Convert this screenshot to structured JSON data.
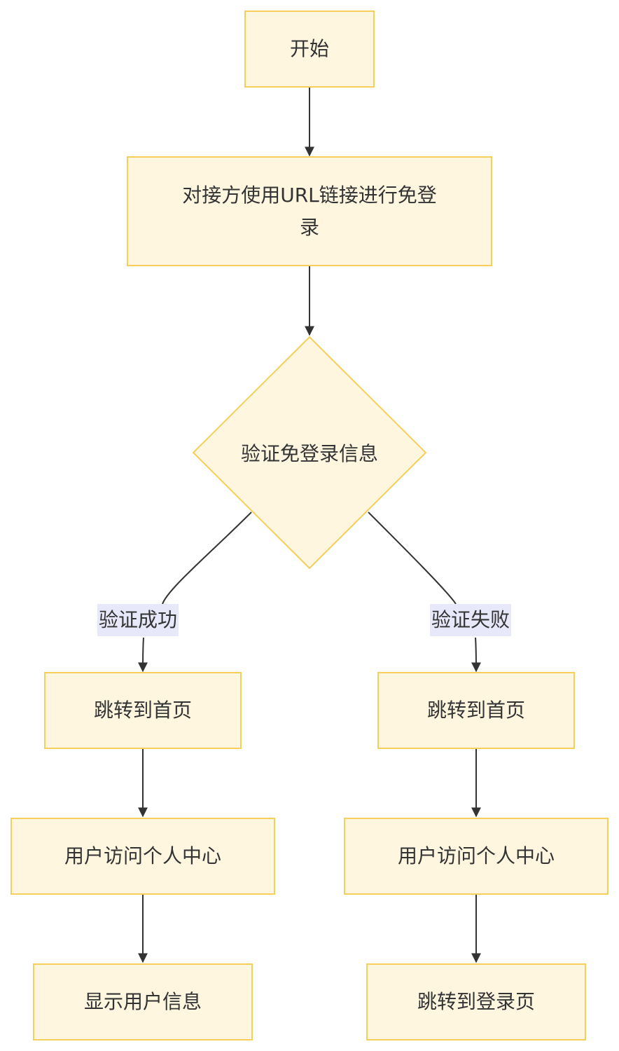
{
  "diagram": {
    "type": "flowchart",
    "colors": {
      "node_fill": "#fff6e0",
      "node_stroke": "#f5cf5a",
      "edge": "#333333",
      "edge_label_bg": "#e8e8fb",
      "text": "#333333"
    },
    "nodes": {
      "start": "开始",
      "url_login": "对接方使用URL链接进行免登录",
      "verify": "验证免登录信息",
      "left_home": "跳转到首页",
      "left_center": "用户访问个人中心",
      "left_show": "显示用户信息",
      "right_home": "跳转到首页",
      "right_center": "用户访问个人中心",
      "right_login_page": "跳转到登录页"
    },
    "edge_labels": {
      "success": "验证成功",
      "fail": "验证失败"
    },
    "edges": [
      {
        "from": "start",
        "to": "url_login"
      },
      {
        "from": "url_login",
        "to": "verify"
      },
      {
        "from": "verify",
        "to": "left_home",
        "label": "验证成功"
      },
      {
        "from": "verify",
        "to": "right_home",
        "label": "验证失败"
      },
      {
        "from": "left_home",
        "to": "left_center"
      },
      {
        "from": "left_center",
        "to": "left_show"
      },
      {
        "from": "right_home",
        "to": "right_center"
      },
      {
        "from": "right_center",
        "to": "right_login_page"
      }
    ]
  }
}
